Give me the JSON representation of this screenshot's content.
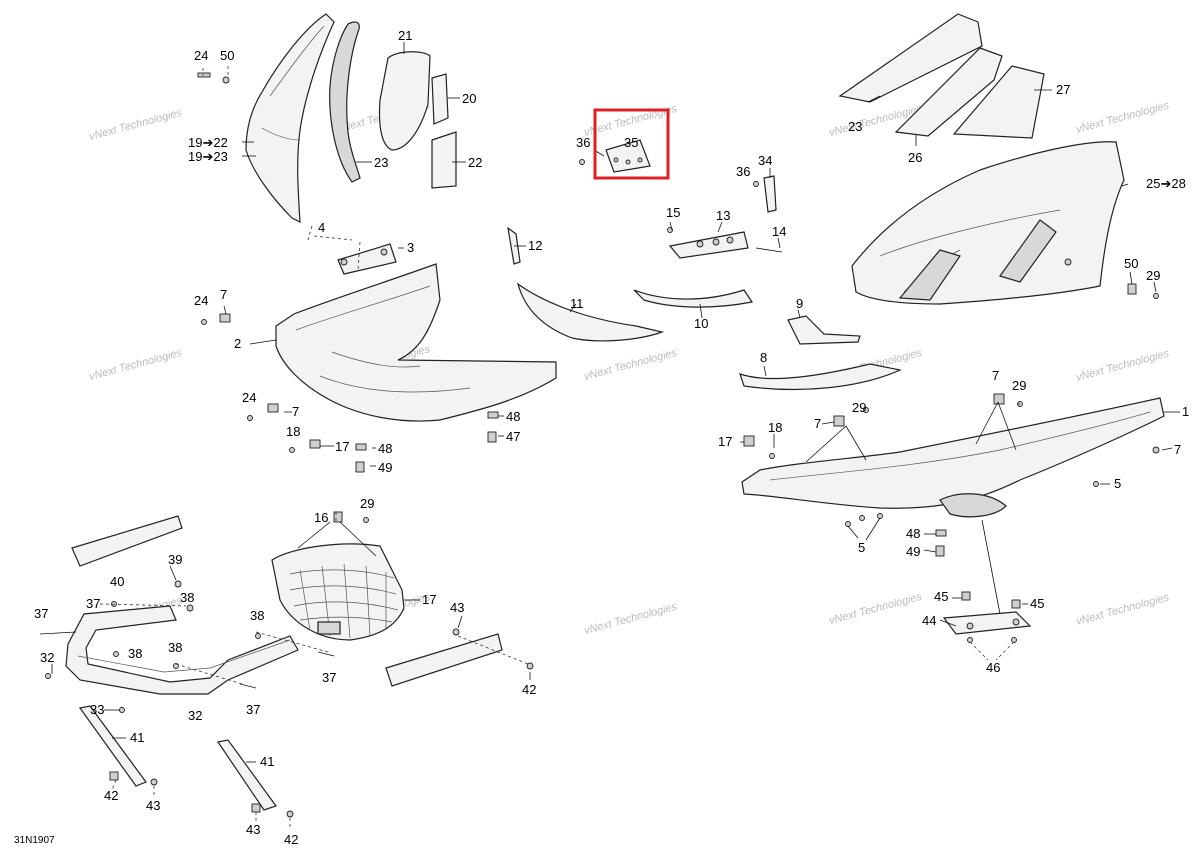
{
  "diagram_code": "31N1907",
  "watermark_text": "vNext Technologies",
  "highlight_color": "#dd1f26",
  "highlighted_callout": "35",
  "callouts": {
    "c24a": "24",
    "c50a": "50",
    "c21": "21",
    "c20": "20",
    "c19_22": "19➔22",
    "c19_23": "19➔23",
    "c23": "23",
    "c22": "22",
    "c4": "4",
    "c3": "3",
    "c12": "12",
    "c24b": "24",
    "c7a": "7",
    "c2": "2",
    "c24c": "24",
    "c7b": "7",
    "c18a": "18",
    "c17a": "17",
    "c48a": "48",
    "c47": "47",
    "c48b": "48",
    "c49a": "49",
    "c11": "11",
    "c36a": "36",
    "c35": "35",
    "c15": "15",
    "c13": "13",
    "c14": "14",
    "c10": "10",
    "c36b": "36",
    "c34": "34",
    "c23b": "23",
    "c26": "26",
    "c27": "27",
    "c25_28": "25➔28",
    "c50b": "50",
    "c29a": "29",
    "c9": "9",
    "c8": "8",
    "c7c": "7",
    "c29b": "29",
    "c1": "1",
    "c17b": "17",
    "c18b": "18",
    "c7d": "7",
    "c29c": "29",
    "c7e": "7",
    "c5a": "5",
    "c5b": "5",
    "c48c": "48",
    "c49b": "49",
    "c45a": "45",
    "c45b": "45",
    "c44": "44",
    "c46": "46",
    "c16": "16",
    "c29d": "29",
    "c17c": "17",
    "c39": "39",
    "c40": "40",
    "c37a": "37",
    "c38a": "38",
    "c37b": "37",
    "c32a": "32",
    "c38b": "38",
    "c38c": "38",
    "c38d": "38",
    "c37c": "37",
    "c37d": "37",
    "c33": "33",
    "c32b": "32",
    "c41a": "41",
    "c42a": "42",
    "c43a": "43",
    "c41b": "41",
    "c43b": "43",
    "c42b": "42",
    "c43c": "43",
    "c42c": "42"
  }
}
